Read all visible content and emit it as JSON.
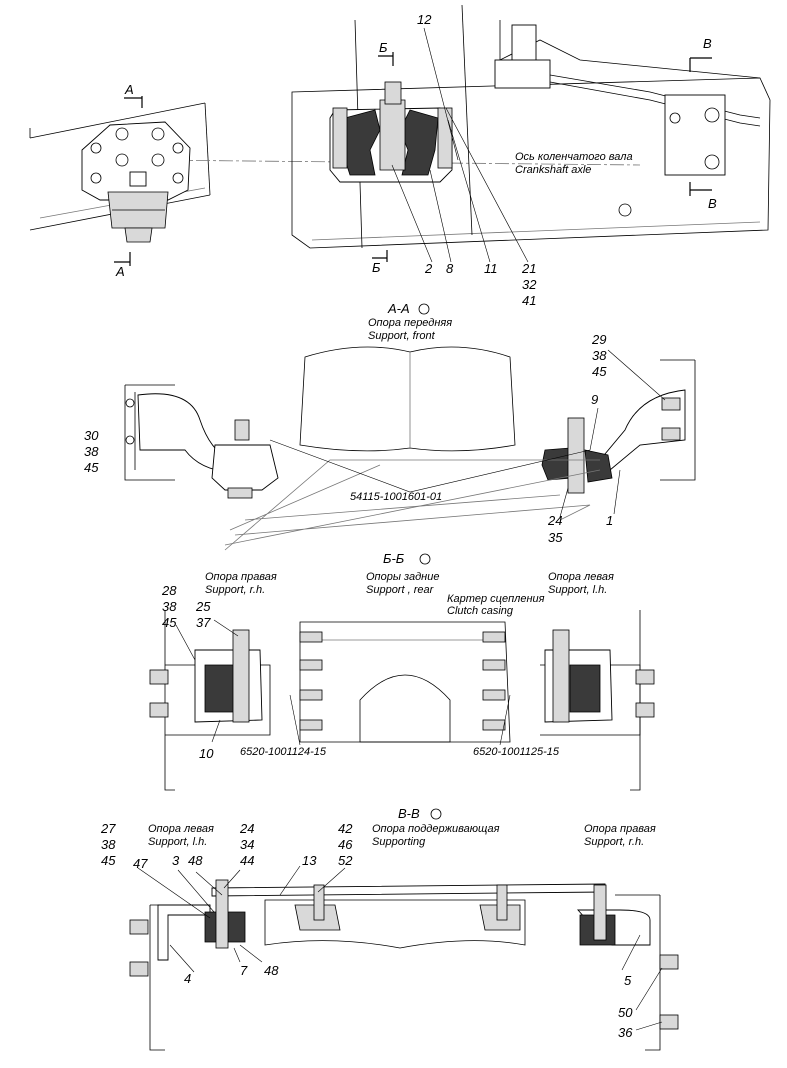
{
  "view_top": {
    "section_a": "A",
    "section_b": "Б",
    "section_v": "В",
    "crank_ru": "Ось коленчатого вала",
    "crank_en": "Crankshaft axle",
    "callouts": [
      "12",
      "2",
      "8",
      "11",
      "21",
      "32",
      "41"
    ]
  },
  "view_aa": {
    "title": "А-А",
    "caption_ru": "Опора передняя",
    "caption_en": "Support, front",
    "part_number": "54115-1001601-01",
    "callouts": [
      "29",
      "38",
      "45",
      "9",
      "30",
      "38",
      "45",
      "1",
      "24",
      "35"
    ]
  },
  "view_bb": {
    "title": "Б-Б",
    "caption_rear_ru": "Опоры задние",
    "caption_rear_en": "Support , rear",
    "caption_right_ru": "Опора правая",
    "caption_right_en": "Support, r.h.",
    "caption_left_ru": "Опора левая",
    "caption_left_en": "Support, l.h.",
    "clutch_ru": "Картер сцепления",
    "clutch_en": "Clutch casing",
    "part_number_right": "6520-1001124-15",
    "part_number_left": "6520-1001125-15",
    "callouts": [
      "28",
      "38",
      "45",
      "25",
      "37",
      "10"
    ]
  },
  "view_vv": {
    "title": "В-В",
    "caption_left_ru": "Опора левая",
    "caption_left_en": "Support, l.h.",
    "caption_mid_ru": "Опора поддерживающая",
    "caption_mid_en": "Supporting",
    "caption_right_ru": "Опора правая",
    "caption_right_en": "Support, r.h.",
    "callouts": [
      "27",
      "38",
      "45",
      "47",
      "3",
      "48",
      "24",
      "34",
      "44",
      "13",
      "42",
      "46",
      "52",
      "4",
      "7",
      "48",
      "5",
      "50",
      "36"
    ]
  }
}
